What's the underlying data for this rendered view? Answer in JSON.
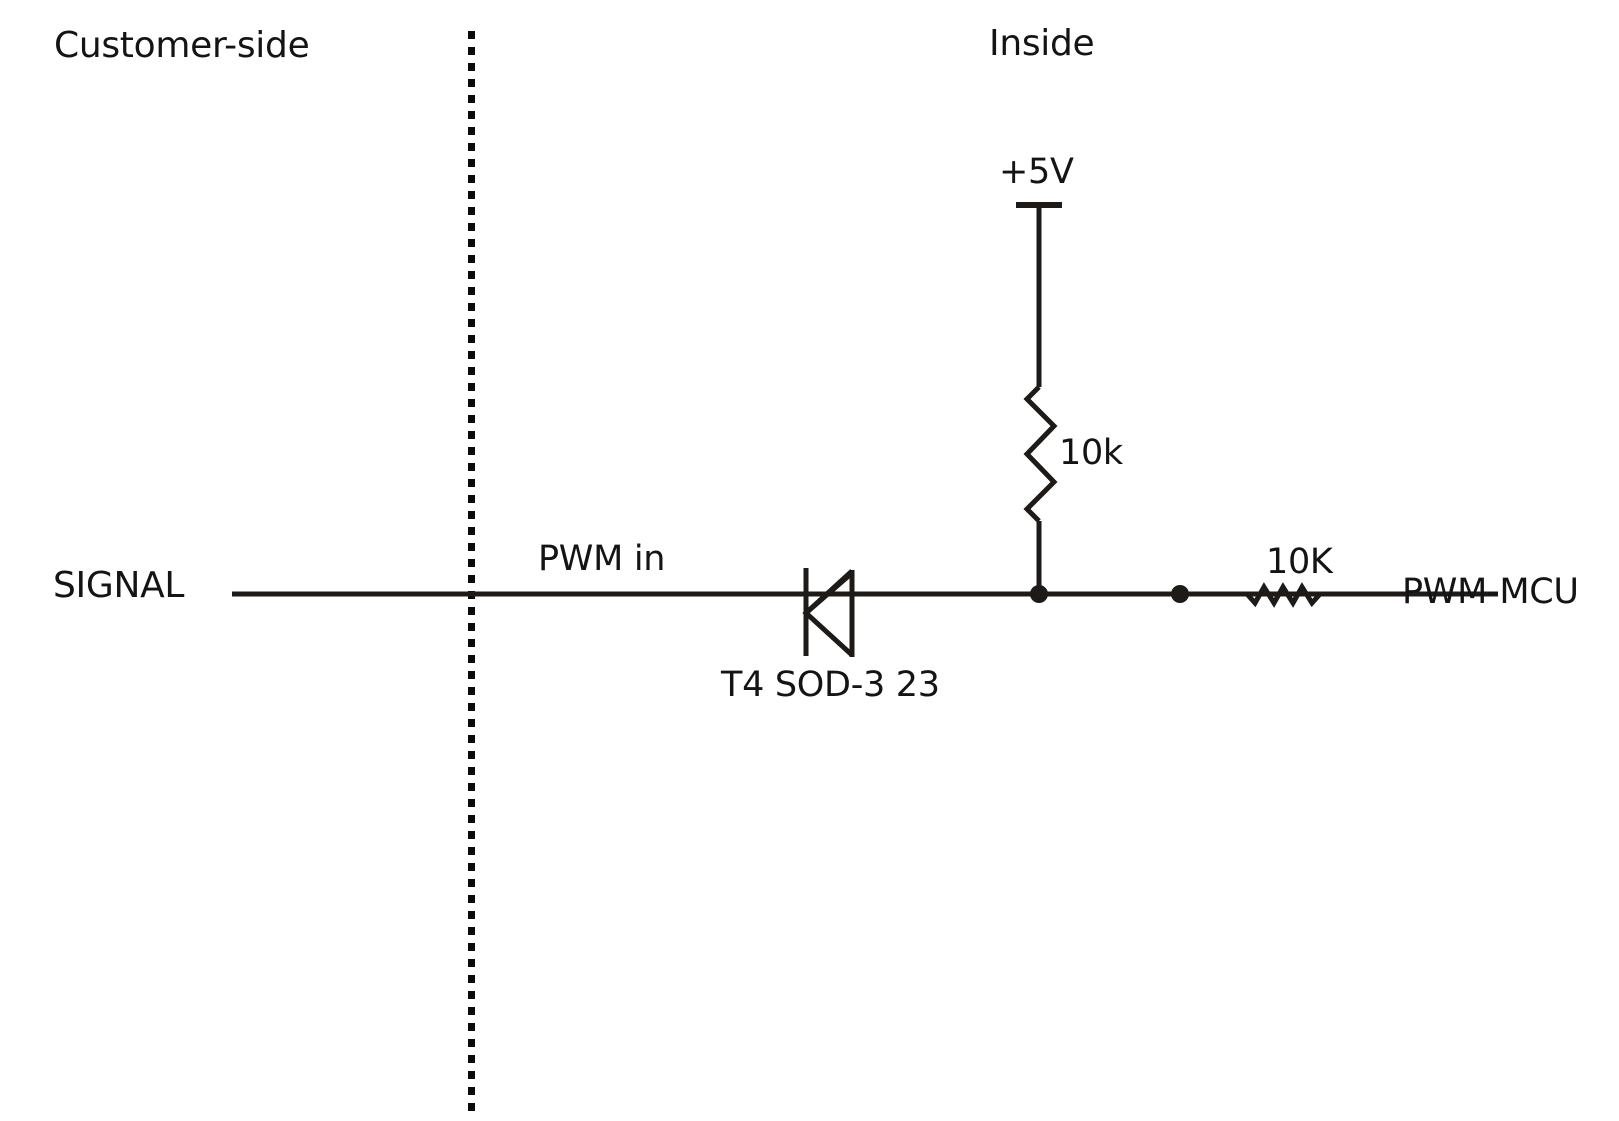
{
  "regions": {
    "left": "Customer-side",
    "right": "Inside"
  },
  "labels": {
    "signal": "SIGNAL",
    "pwm_in": "PWM in",
    "diode_part": "T4 SOD-3  23",
    "supply": "+5V",
    "pullup_resistor": "10k",
    "series_resistor": "10K",
    "pwm_mcu": "PWM-MCU"
  },
  "colors": {
    "wire": "#1e1a18",
    "background": "#ffffff",
    "text": "#141414"
  },
  "components": [
    {
      "type": "diode",
      "label": "T4 SOD-3  23",
      "orientation": "cathode-left"
    },
    {
      "type": "resistor",
      "label": "10k",
      "role": "pull-up to +5V"
    },
    {
      "type": "resistor",
      "label": "10K",
      "role": "series to PWM-MCU"
    },
    {
      "type": "supply",
      "label": "+5V"
    },
    {
      "type": "junction",
      "count": 2
    }
  ]
}
